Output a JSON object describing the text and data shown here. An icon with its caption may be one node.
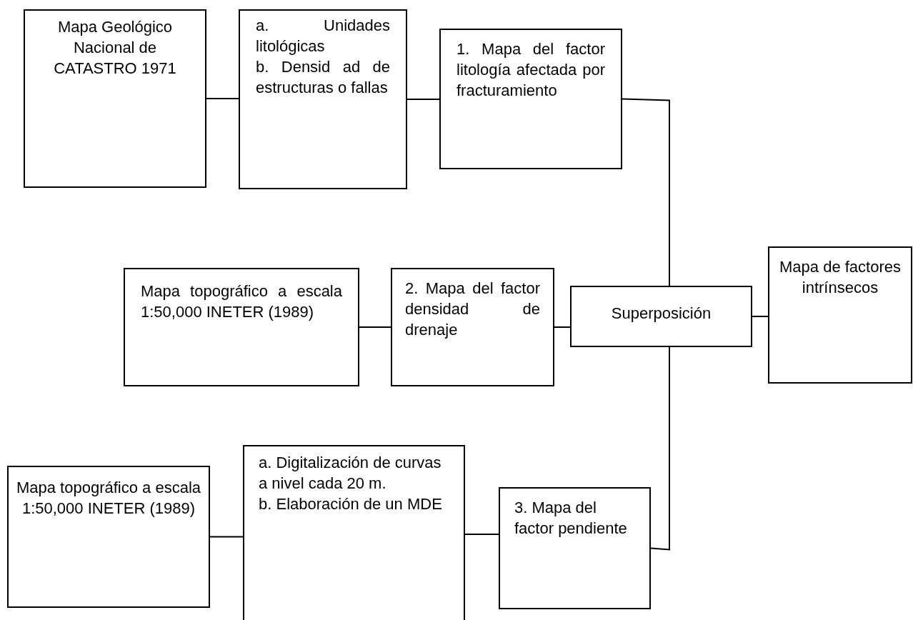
{
  "diagram": {
    "nodes": [
      {
        "text": [
          "Mapa Geológico Nacional de CATASTRO 1971"
        ]
      },
      {
        "text": [
          "a. Unidades litológicas",
          "b. Densid ad de estructuras o fallas"
        ]
      },
      {
        "text": [
          "1. Mapa del factor litología afectada por fracturamiento"
        ]
      },
      {
        "text": [
          "Mapa topográfico a escala 1:50,000 INETER (1989)"
        ]
      },
      {
        "text": [
          "2. Mapa del factor densidad de drenaje"
        ]
      },
      {
        "text": [
          "Superposición"
        ]
      },
      {
        "text": [
          "Mapa de factores intrínsecos"
        ]
      },
      {
        "text": [
          "Mapa topográfico a escala 1:50,000 INETER (1989)"
        ]
      },
      {
        "text": [
          "a. Digitalización de curvas a nivel cada 20 m.",
          "b. Elaboración de un MDE"
        ]
      },
      {
        "text": [
          "3. Mapa del factor pendiente"
        ]
      }
    ],
    "edges": [
      {
        "from": 0,
        "to": 1,
        "arrow": "none"
      },
      {
        "from": 1,
        "to": 2,
        "arrow": "none"
      },
      {
        "from": 2,
        "to": 5,
        "arrow": "none"
      },
      {
        "from": 3,
        "to": 4,
        "arrow": "none"
      },
      {
        "from": 4,
        "to": 5,
        "arrow": "none"
      },
      {
        "from": 5,
        "to": 6,
        "arrow": "none"
      },
      {
        "from": 7,
        "to": 8,
        "arrow": "none"
      },
      {
        "from": 8,
        "to": 9,
        "arrow": "none"
      },
      {
        "from": 9,
        "to": 5,
        "arrow": "none"
      }
    ]
  }
}
